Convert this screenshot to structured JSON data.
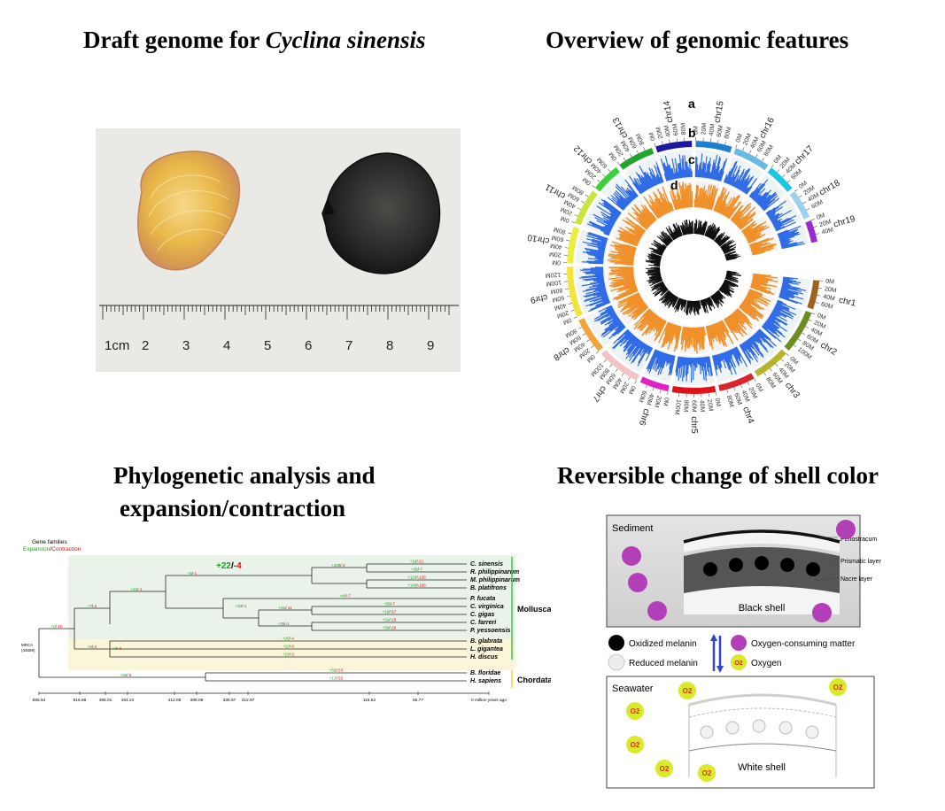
{
  "titles": {
    "draft_prefix": "Draft genome for ",
    "draft_species": "Cyclina sinensis",
    "overview": "Overview of genomic features",
    "phylo_line1": "Phylogenetic analysis and",
    "phylo_line2": "expansion/contraction",
    "reversible": "Reversible change of shell color"
  },
  "photo": {
    "ruler_unit": "1cm",
    "ruler_numbers": [
      "2",
      "3",
      "4",
      "5",
      "6",
      "7",
      "8",
      "9"
    ],
    "shells": [
      "white-shell-photo",
      "black-shell-photo"
    ]
  },
  "circos": {
    "track_labels": [
      "a",
      "b",
      "c",
      "d"
    ],
    "chromosomes": [
      {
        "name": "chr1",
        "ticks": [
          "0M",
          "20M",
          "40M",
          "60M"
        ],
        "color": "#a0601e"
      },
      {
        "name": "chr2",
        "ticks": [
          "0M",
          "20M",
          "40M",
          "60M",
          "80M",
          "100M"
        ],
        "color": "#6b8e23"
      },
      {
        "name": "chr3",
        "ticks": [
          "0M",
          "20M",
          "40M",
          "60M",
          "80M"
        ],
        "color": "#b5b52a"
      },
      {
        "name": "chr4",
        "ticks": [
          "0M",
          "20M",
          "40M",
          "60M",
          "80M"
        ],
        "color": "#d9262e"
      },
      {
        "name": "chr5",
        "ticks": [
          "0M",
          "20M",
          "40M",
          "60M",
          "80M",
          "100M"
        ],
        "color": "#e0121b"
      },
      {
        "name": "chr6",
        "ticks": [
          "0M",
          "20M",
          "40M",
          "60M"
        ],
        "color": "#e021c8"
      },
      {
        "name": "chr7",
        "ticks": [
          "0M",
          "20M",
          "40M",
          "60M",
          "80M",
          "100M"
        ],
        "color": "#f3c3c3"
      },
      {
        "name": "chr8",
        "ticks": [
          "0M",
          "20M",
          "40M",
          "60M",
          "80M"
        ],
        "color": "#f2a33a"
      },
      {
        "name": "chr9",
        "ticks": [
          "0M",
          "20M",
          "40M",
          "60M",
          "80M",
          "100M",
          "120M"
        ],
        "color": "#f3e33a"
      },
      {
        "name": "chr10",
        "ticks": [
          "0M",
          "20M",
          "40M",
          "60M",
          "80M"
        ],
        "color": "#ecec3a"
      },
      {
        "name": "chr11",
        "ticks": [
          "0M",
          "20M",
          "40M",
          "60M",
          "80M"
        ],
        "color": "#c8e63a"
      },
      {
        "name": "chr12",
        "ticks": [
          "0M",
          "20M",
          "40M",
          "60M"
        ],
        "color": "#3ad13a"
      },
      {
        "name": "chr13",
        "ticks": [
          "0M",
          "20M",
          "40M",
          "60M",
          "80M"
        ],
        "color": "#22a52a"
      },
      {
        "name": "chr14",
        "ticks": [
          "0M",
          "20M",
          "40M",
          "60M",
          "80M"
        ],
        "color": "#1a1aa0"
      },
      {
        "name": "chr15",
        "ticks": [
          "0M",
          "20M",
          "40M",
          "60M",
          "80M"
        ],
        "color": "#1e7fd0"
      },
      {
        "name": "chr16",
        "ticks": [
          "0M",
          "20M",
          "40M",
          "60M",
          "80M"
        ],
        "color": "#6ab8e6"
      },
      {
        "name": "chr17",
        "ticks": [
          "0M",
          "20M",
          "40M",
          "60M"
        ],
        "color": "#1ec6e6"
      },
      {
        "name": "chr18",
        "ticks": [
          "0M",
          "20M",
          "40M",
          "60M"
        ],
        "color": "#9ad2ea"
      },
      {
        "name": "chr19",
        "ticks": [
          "0M",
          "20M",
          "40M"
        ],
        "color": "#9a2ad2"
      }
    ],
    "track_colors": {
      "b": "#2f6be6",
      "c": "#f0902a",
      "d": "#111111"
    }
  },
  "tree": {
    "legend_title": "Gene families",
    "legend_expansion": "Expansion",
    "legend_sep": "/",
    "legend_contraction": "Contraction",
    "root_label": "MRCA",
    "root_count": "(44669)",
    "highlight_plus": "+22",
    "highlight_sep": "/",
    "highlight_minus": "-4",
    "taxa": [
      {
        "name": "C. sinensis",
        "plus": "+19",
        "minus": "-21"
      },
      {
        "name": "R. philippinarum",
        "plus": "+35",
        "minus": "-7"
      },
      {
        "name": "M. philippinarum",
        "plus": "+124",
        "minus": "-126"
      },
      {
        "name": "B. platifrons",
        "plus": "+140",
        "minus": "-166"
      },
      {
        "name": "P. fucata",
        "plus": "+44",
        "minus": "-7"
      },
      {
        "name": "C. virginica",
        "plus": "+56",
        "minus": "-7"
      },
      {
        "name": "C. gigas",
        "plus": "+18",
        "minus": "-57"
      },
      {
        "name": "C. farreri",
        "plus": "+31",
        "minus": "-25"
      },
      {
        "name": "P. yessoensis",
        "plus": "+30",
        "minus": "-26"
      },
      {
        "name": "B. glabrata",
        "plus": "+20",
        "minus": "-4"
      },
      {
        "name": "L. gigantea",
        "plus": "+10",
        "minus": "-0"
      },
      {
        "name": "H. discus",
        "plus": "+23",
        "minus": "-3"
      },
      {
        "name": "B. floridae",
        "plus": "+56",
        "minus": "-53"
      },
      {
        "name": "H. sapiens",
        "plus": "+17",
        "minus": "-55"
      }
    ],
    "internal": [
      {
        "plus": "+0",
        "minus": "-10"
      },
      {
        "plus": "+7",
        "minus": "-2"
      },
      {
        "plus": "+21",
        "minus": "-1"
      },
      {
        "plus": "+5",
        "minus": "-1"
      },
      {
        "plus": "+229",
        "minus": "-2"
      },
      {
        "plus": "+33",
        "minus": "-1"
      },
      {
        "plus": "+51",
        "minus": "-11"
      },
      {
        "plus": "+25",
        "minus": "-1"
      },
      {
        "plus": "+5",
        "minus": "-2"
      },
      {
        "plus": "+3",
        "minus": "-0"
      },
      {
        "plus": "+96",
        "minus": "-6"
      }
    ],
    "clades": [
      "Mollusca",
      "Chordata"
    ],
    "axis_ticks": [
      "565.54",
      "516.68",
      "485.01",
      "454.24",
      "412.08",
      "389.09",
      "335.57",
      "312.97",
      "116.62",
      "55.77",
      "0 million years ago"
    ]
  },
  "shell_diagram": {
    "sediment": "Sediment",
    "periostracum": "Periostracum",
    "prismatic": "Prismatic layer",
    "nacre": "Nacre layer",
    "black_shell": "Black shell",
    "oxidized": "Oxidized melanin",
    "oxygen_consuming": "Oxygen-consuming matter",
    "reduced": "Reduced melanin",
    "oxygen": "Oxygen",
    "o2": "O2",
    "seawater": "Seawater",
    "white_shell": "White shell",
    "colors": {
      "purple": "#b23fb8",
      "o2_fill": "#d8ea2a",
      "o2_text": "#e0281e",
      "arrow": "#3344cc"
    }
  }
}
